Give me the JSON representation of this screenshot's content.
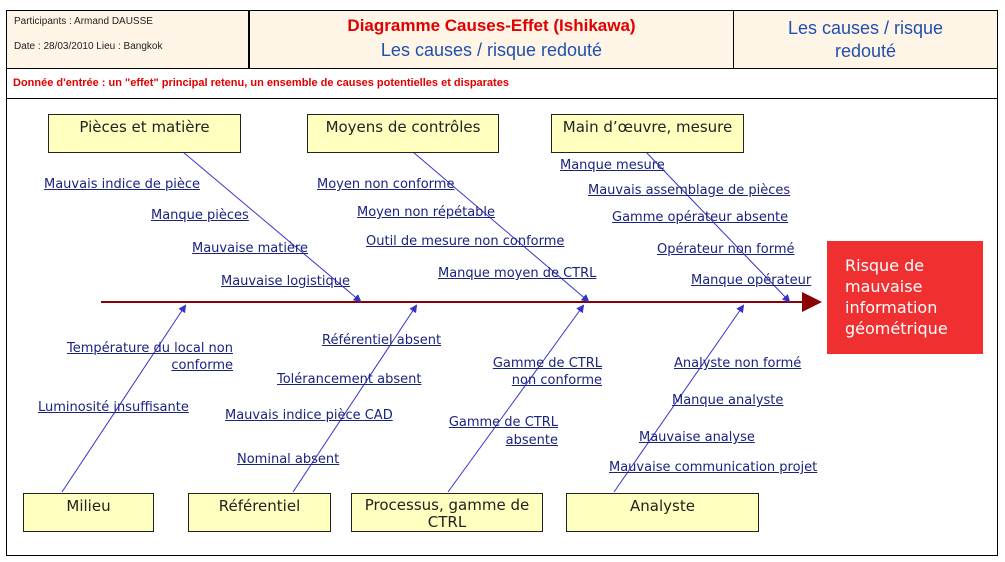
{
  "header": {
    "participants": "Participants : Armand DAUSSE",
    "date_lieu": "Date : 28/03/2010 Lieu : Bangkok",
    "title": "Diagramme Causes-Effet (Ishikawa)",
    "subtitle": "Les causes / risque redouté",
    "right_title": "Les causes / risque redouté"
  },
  "input_note": "Donnée d'entrée : un \"effet\" principal retenu, un ensemble de causes potentielles et disparates",
  "categories": {
    "pieces": "Pièces et matière",
    "moyens": "Moyens de contrôles",
    "main_oeuvre": "Main d’œuvre, mesure",
    "milieu": "Milieu",
    "referentiel": "Référentiel",
    "processus": "Processus, gamme de CTRL",
    "analyste": "Analyste"
  },
  "causes": {
    "pieces": [
      "Mauvais indice de pièce",
      "Manque pièces",
      "Mauvaise matière",
      "Mauvaise logistique"
    ],
    "moyens": [
      "Moyen non conforme",
      "Moyen non répétable",
      "Outil de mesure non conforme",
      "Manque moyen de CTRL"
    ],
    "main_oeuvre": [
      "Manque mesure",
      "Mauvais assemblage de pièces",
      "Gamme opérateur absente",
      "Opérateur non formé",
      "Manque opérateur"
    ],
    "milieu": [
      "Température du local non",
      "conforme",
      "Luminosité insuffisante"
    ],
    "referentiel": [
      "Référentiel absent",
      "Tolérancement absent",
      "Mauvais indice pièce CAD",
      "Nominal absent"
    ],
    "processus": [
      "Gamme de CTRL",
      "non conforme",
      "Gamme de CTRL",
      "absente"
    ],
    "analyste": [
      "Analyste non formé",
      "Manque analyste",
      "Mauvaise analyse",
      "Mauvaise communication projet"
    ]
  },
  "effect": {
    "lines": [
      "Risque de",
      "mauvaise",
      "information",
      "géométrique"
    ]
  },
  "colors": {
    "spine": "#8b0000",
    "bone": "#3333cc",
    "effect_bg": "#f03030",
    "category_bg": "#ffffc0",
    "header_bg": "#fff5e6",
    "title_red": "#e00000",
    "subtitle_blue": "#1f4fb0"
  }
}
